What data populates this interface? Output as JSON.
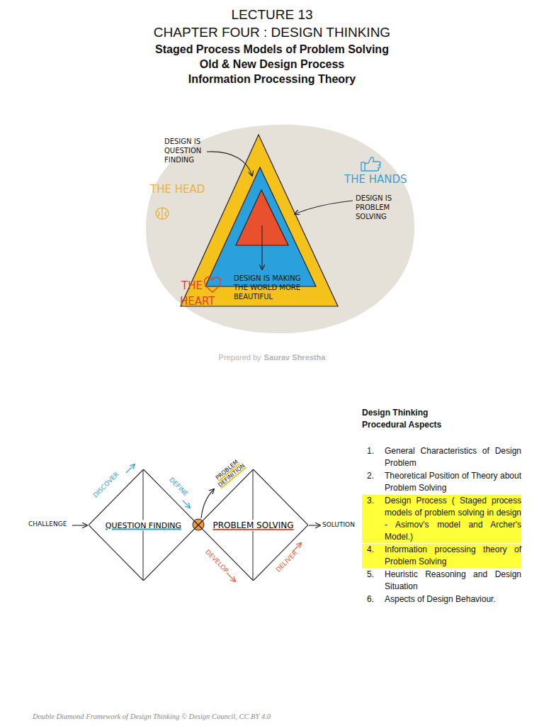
{
  "diagram": {
    "title": "LECTURE 13",
    "caption": "Double Diamond Framework of Design Thinking © Design Council, CC BY 4.0",
    "nodes": [
      {
        "text": [
          "QUESTION FINDING"
        ]
      },
      {
        "text": [
          "PROBLEM SOLVING"
        ]
      }
    ],
    "labels": [
      "CHAPTER FOUR : DESIGN THINKING",
      "Staged Process Models of Problem Solving",
      "Old & New Design Process",
      "Information Processing Theory",
      "DESIGN IS QUESTION FINDING",
      "THE HEAD",
      "THE HANDS",
      "DESIGN IS PROBLEM SOLVING",
      "DESIGN IS MAKING THE WORLD MORE BEAUTIFUL",
      "THE",
      "HEART",
      "Prepared by",
      "Saurav Shrestha",
      "CHALLENGE",
      "SOLUTION",
      "DISCOVER",
      "DEFINE",
      "DEVELOP",
      "DELIVER",
      "PROBLEM DEFINITION",
      "Design Thinking",
      "Procedural Aspects",
      "1.",
      "General Characteristics of Design Problem",
      "2.",
      "Theoretical Position of Theory about Problem Solving",
      "3.",
      "Design Process ( Staged process models of problem solving in design - Asimov's model and Archer's Model.)",
      "4.",
      "Information processing theory of Problem Solving",
      "5.",
      "Heuristic Reasoning and Design Situation",
      "6.",
      "Aspects of Design Behaviour."
    ]
  }
}
